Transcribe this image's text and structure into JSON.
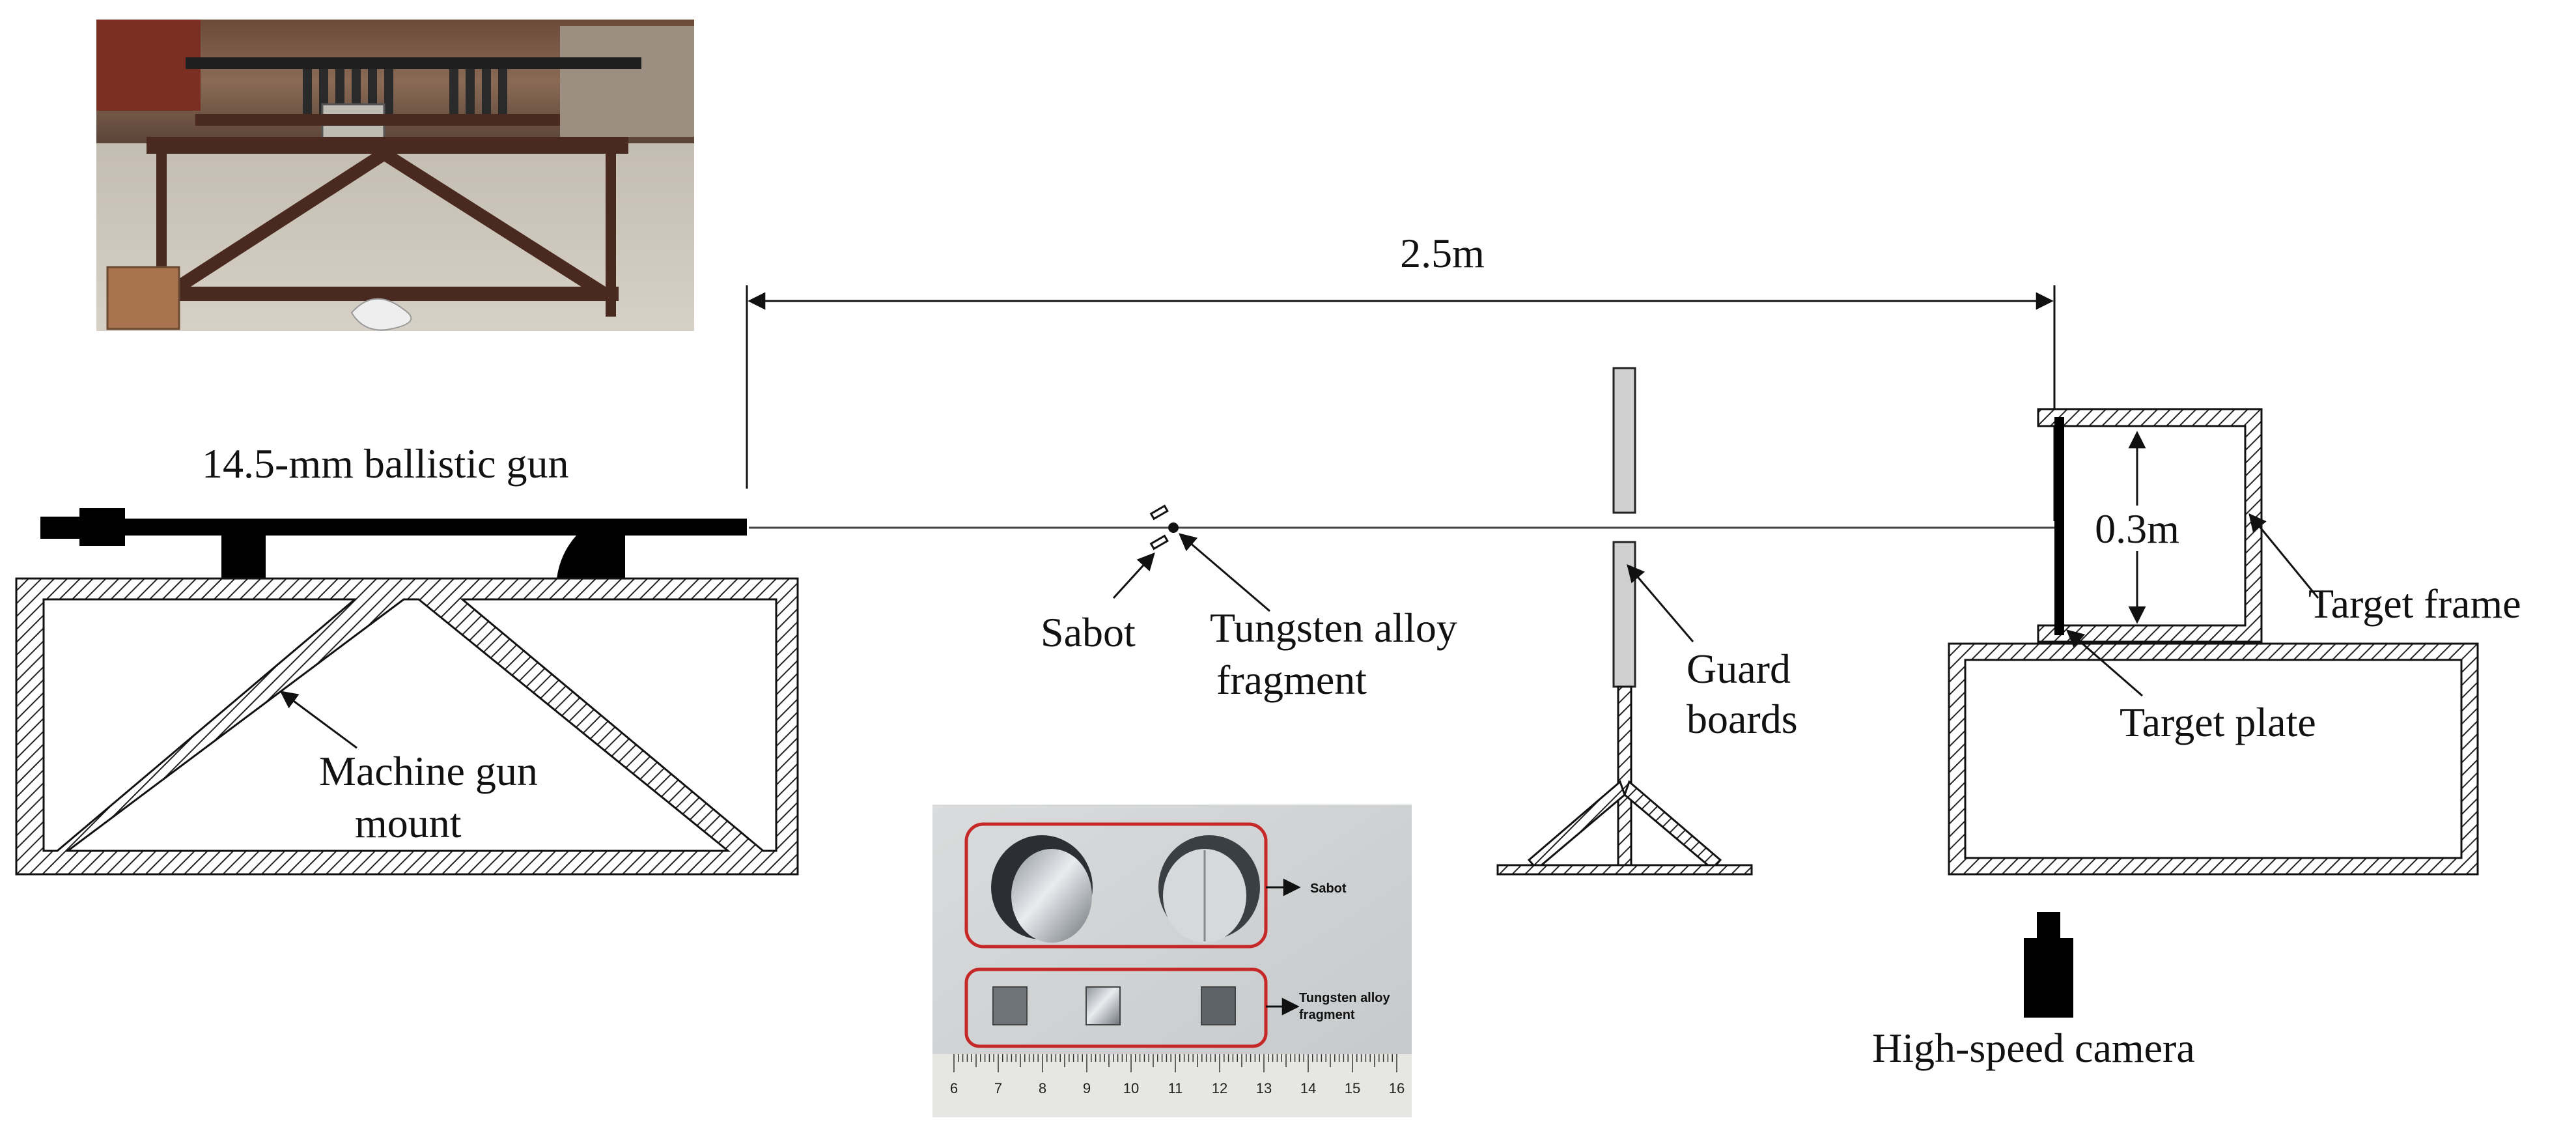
{
  "labels": {
    "gun": "14.5-mm ballistic gun",
    "distance": "2.5m",
    "sabot": "Sabot",
    "fragment_line1": "Tungsten alloy",
    "fragment_line2": "fragment",
    "guard_line1": "Guard",
    "guard_line2": "boards",
    "mount_line1": "Machine gun",
    "mount_line2": "mount",
    "frame_height": "0.3m",
    "target_frame": "Target frame",
    "target_plate": "Target plate",
    "camera": "High-speed camera"
  },
  "inset_photo": {
    "sabot_label": "Sabot",
    "fragment_line1": "Tungsten alloy",
    "fragment_line2": "fragment",
    "ruler_ticks": [
      "6",
      "7",
      "8",
      "9",
      "10",
      "11",
      "12",
      "13",
      "14",
      "15",
      "16"
    ]
  },
  "colors": {
    "ink": "#111111",
    "guard_board": "#cfcfcf",
    "photo_highlight": "#c62828"
  }
}
